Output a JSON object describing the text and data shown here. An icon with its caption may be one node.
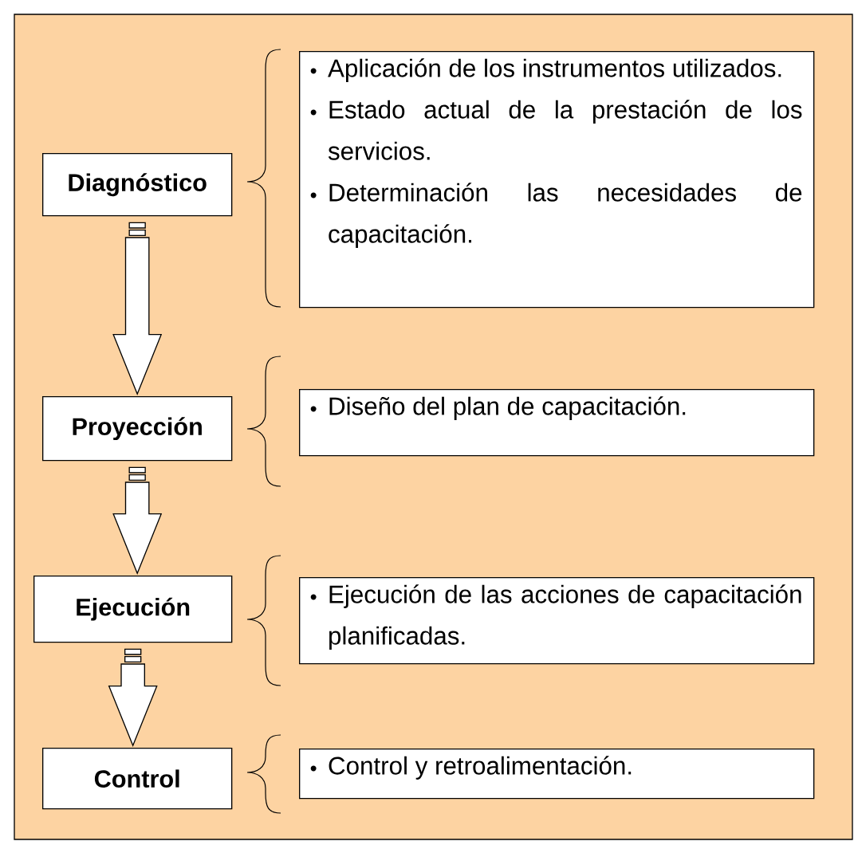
{
  "diagram": {
    "nodes": [
      {
        "text": [
          "Diagnóstico"
        ]
      },
      {
        "text": [
          "Proyección"
        ]
      },
      {
        "text": [
          "Ejecución"
        ]
      },
      {
        "text": [
          "Control"
        ]
      },
      {
        "text": [
          "Aplicación de los instrumentos utilizados.",
          "Estado actual de la prestación de los servicios.",
          "Determinación las necesidades de capacitación."
        ]
      },
      {
        "text": [
          "Diseño del plan de capacitación."
        ]
      },
      {
        "text": [
          "Ejecución de las acciones de capacitación planificadas."
        ]
      },
      {
        "text": [
          "Control y retroalimentación."
        ]
      }
    ],
    "edges": [
      {
        "from": 0,
        "to": 1,
        "arrow": "to"
      },
      {
        "from": 1,
        "to": 2,
        "arrow": "to"
      },
      {
        "from": 2,
        "to": 3,
        "arrow": "to"
      }
    ]
  }
}
